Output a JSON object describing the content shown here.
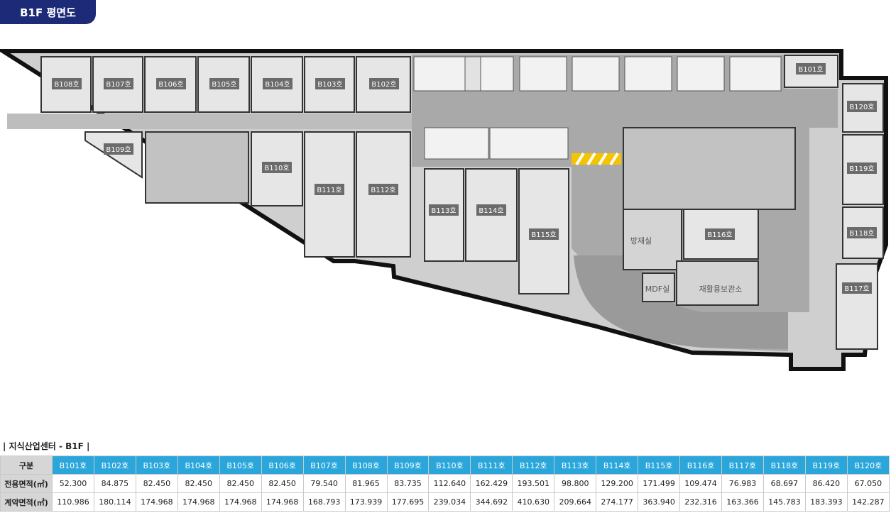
{
  "title": "B1F 평면도",
  "plan": {
    "units": [
      {
        "id": "b101",
        "label": "B101호"
      },
      {
        "id": "b102",
        "label": "B102호"
      },
      {
        "id": "b103",
        "label": "B103호"
      },
      {
        "id": "b104",
        "label": "B104호"
      },
      {
        "id": "b105",
        "label": "B105호"
      },
      {
        "id": "b106",
        "label": "B106호"
      },
      {
        "id": "b107",
        "label": "B107호"
      },
      {
        "id": "b108",
        "label": "B108호"
      },
      {
        "id": "b109",
        "label": "B109호"
      },
      {
        "id": "b110",
        "label": "B110호"
      },
      {
        "id": "b111",
        "label": "B111호"
      },
      {
        "id": "b112",
        "label": "B112호"
      },
      {
        "id": "b113",
        "label": "B113호"
      },
      {
        "id": "b114",
        "label": "B114호"
      },
      {
        "id": "b115",
        "label": "B115호"
      },
      {
        "id": "b116",
        "label": "B116호"
      },
      {
        "id": "b117",
        "label": "B117호"
      },
      {
        "id": "b118",
        "label": "B118호"
      },
      {
        "id": "b119",
        "label": "B119호"
      },
      {
        "id": "b120",
        "label": "B120호"
      }
    ],
    "rooms": {
      "disaster": "방재실",
      "mdf": "MDF실",
      "recycle": "재활용보관소"
    }
  },
  "table": {
    "caption": "| 지식산업센터 - B1F |",
    "corner": "구분",
    "headers": [
      "B101호",
      "B102호",
      "B103호",
      "B104호",
      "B105호",
      "B106호",
      "B107호",
      "B108호",
      "B109호",
      "B110호",
      "B111호",
      "B112호",
      "B113호",
      "B114호",
      "B115호",
      "B116호",
      "B117호",
      "B118호",
      "B119호",
      "B120호"
    ],
    "rows": [
      {
        "label": "전용면적(㎡)",
        "values": [
          "52.300",
          "84.875",
          "82.450",
          "82.450",
          "82.450",
          "82.450",
          "79.540",
          "81.965",
          "83.735",
          "112.640",
          "162.429",
          "193.501",
          "98.800",
          "129.200",
          "171.499",
          "109.474",
          "76.983",
          "68.697",
          "86.420",
          "67.050"
        ]
      },
      {
        "label": "계약면적(㎡)",
        "values": [
          "110.986",
          "180.114",
          "174.968",
          "174.968",
          "174.968",
          "174.968",
          "168.793",
          "173.939",
          "177.695",
          "239.034",
          "344.692",
          "410.630",
          "209.664",
          "274.177",
          "363.940",
          "232.316",
          "163.366",
          "145.783",
          "183.393",
          "142.287"
        ]
      }
    ]
  }
}
